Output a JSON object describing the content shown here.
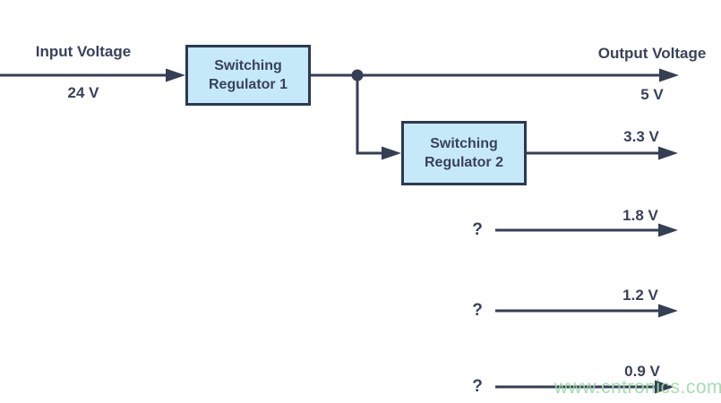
{
  "input": {
    "title": "Input Voltage",
    "value": "24 V"
  },
  "output": {
    "title": "Output Voltage",
    "value": "5 V"
  },
  "boxes": [
    {
      "label": "Switching Regulator 1"
    },
    {
      "label": "Switching Regulator 2"
    }
  ],
  "rails": [
    {
      "label": "3.3 V"
    },
    {
      "label": "1.8 V",
      "prefix": "?"
    },
    {
      "label": "1.2 V",
      "prefix": "?"
    },
    {
      "label": "0.9 V",
      "prefix": "?"
    }
  ],
  "watermark": "www.cntronics.com",
  "colors": {
    "line": "#343e54",
    "text": "#39425a",
    "box_fill": "#c6e9f9",
    "box_border": "#2c3a50",
    "watermark": "#9cdba9",
    "bg": "#ffffff"
  }
}
